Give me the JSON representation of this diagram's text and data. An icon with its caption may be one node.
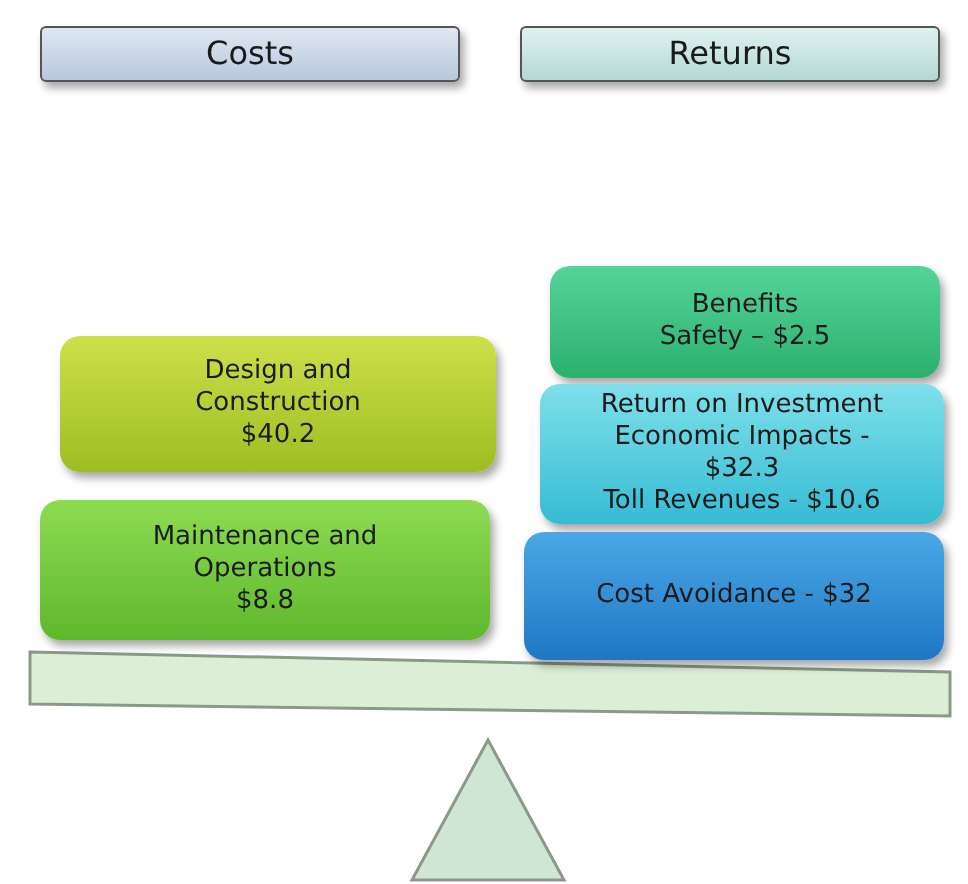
{
  "diagram": {
    "nodes": [
      {
        "text": [
          "Costs"
        ]
      },
      {
        "text": [
          "Returns"
        ]
      },
      {
        "text": [
          "Benefits",
          "Safety – $2.5"
        ]
      },
      {
        "text": [
          "Design and Construction",
          "$40.2"
        ]
      },
      {
        "text": [
          "Return on Investment",
          "Economic Impacts - $32.3",
          "Toll Revenues - $10.6"
        ]
      },
      {
        "text": [
          "Maintenance and Operations",
          "$8.8"
        ]
      },
      {
        "text": [
          "Cost Avoidance - $32"
        ]
      }
    ]
  }
}
